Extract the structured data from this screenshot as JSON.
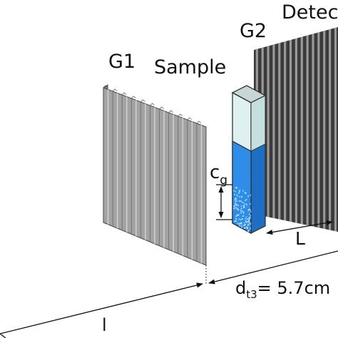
{
  "labels": {
    "detector": "Detec",
    "g2": "G2",
    "g1": "G1",
    "sample": "Sample",
    "cg_main": "c",
    "cg_sub": "g",
    "L": "L",
    "dt3_main": "d",
    "dt3_sub": "t3",
    "dt3_value": "= 5.7cm",
    "l": "l"
  },
  "colors": {
    "grating_face": "#a3a3a3",
    "grating_ridge": "#cfcfcf",
    "grating_shadow": "#7d7d7d",
    "detector_dark": "#3a3a3a",
    "detector_light": "#9a9a9a",
    "vial_glass": "#dff0f0",
    "vial_liquid": "#2e8de8",
    "particles": "#bfe9f8"
  }
}
